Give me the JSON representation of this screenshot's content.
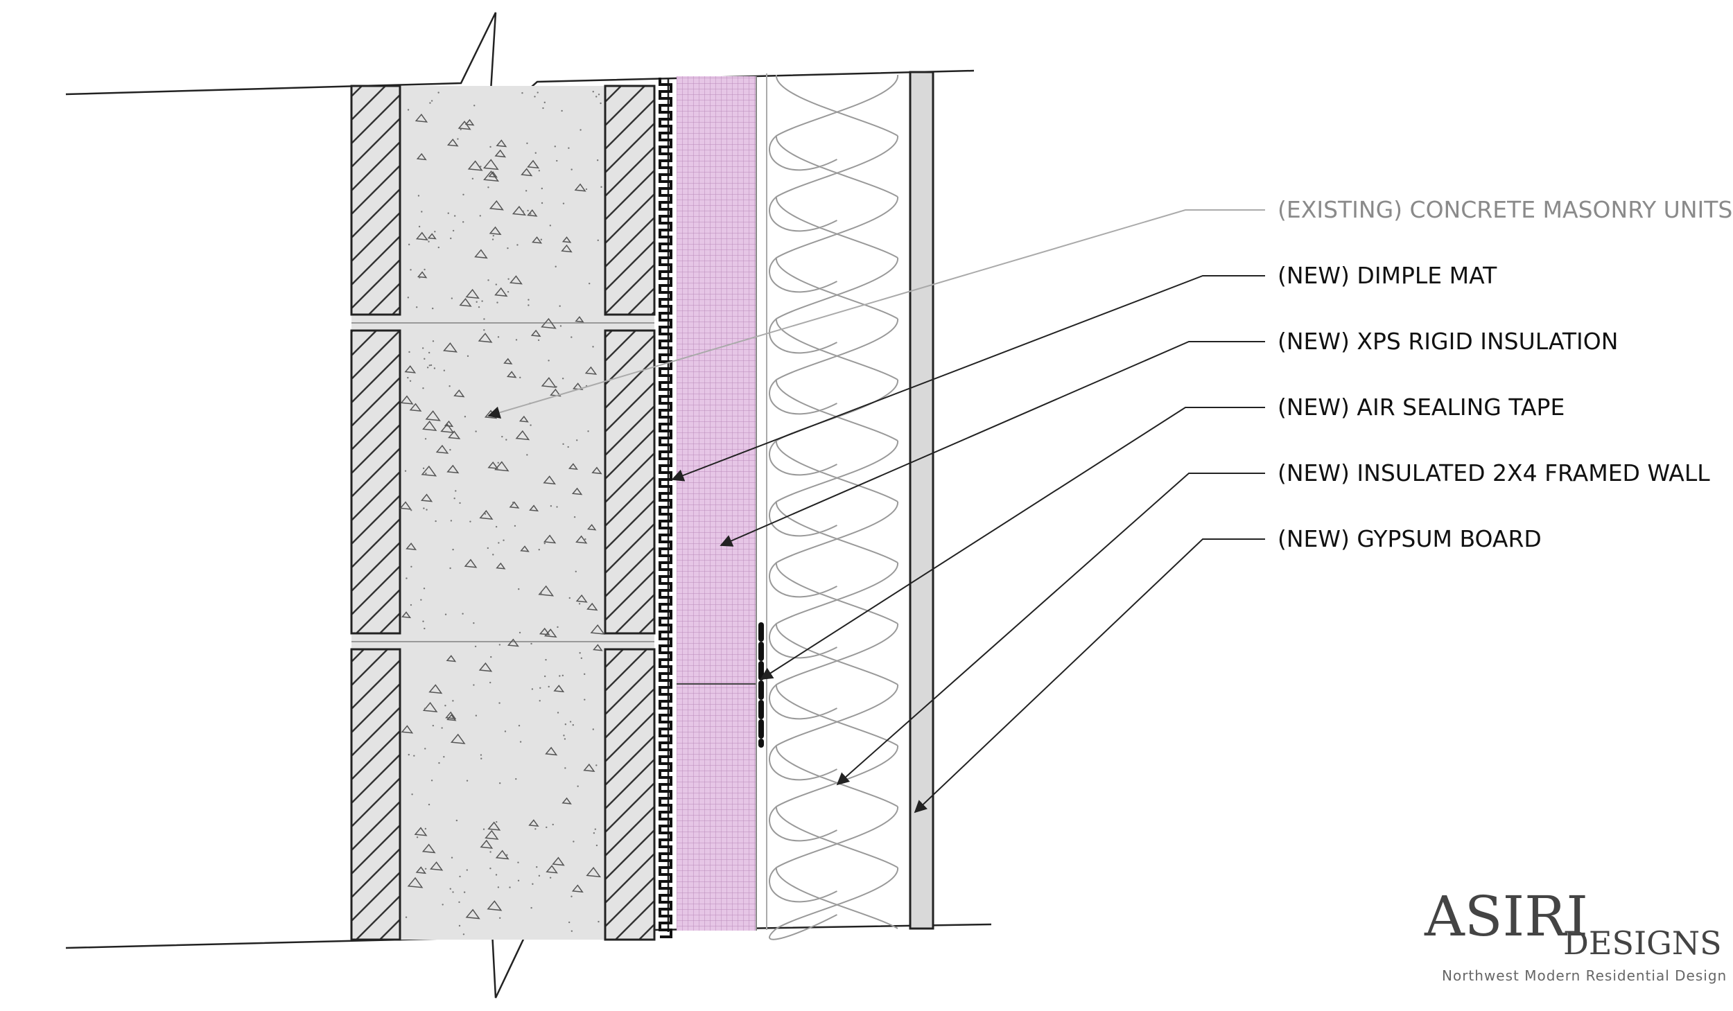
{
  "diagram": {
    "callouts": [
      {
        "id": "cmu",
        "text": "(EXISTING) CONCRETE MASONRY UNITS",
        "style": "existing",
        "color": "#8a8a8a"
      },
      {
        "id": "dimple-mat",
        "text": "(NEW) DIMPLE MAT",
        "style": "new",
        "color": "#111111"
      },
      {
        "id": "xps",
        "text": "(NEW) XPS RIGID INSULATION",
        "style": "new",
        "color": "#111111"
      },
      {
        "id": "air-tape",
        "text": "(NEW) AIR SEALING TAPE",
        "style": "new",
        "color": "#111111"
      },
      {
        "id": "framed-wall",
        "text": "(NEW) INSULATED 2X4 FRAMED WALL",
        "style": "new",
        "color": "#111111"
      },
      {
        "id": "gypsum",
        "text": "(NEW) GYPSUM BOARD",
        "style": "new",
        "color": "#111111"
      }
    ],
    "colors": {
      "cmu_fill": "#e3e3e3",
      "xps_fill": "#e6c6e6",
      "xps_grid": "#b98bb9",
      "gypsum_fill": "#d9d9d9",
      "line": "#222222"
    }
  },
  "logo": {
    "main": "ASIRI",
    "sub": "DESIGNS",
    "tagline": "Northwest Modern Residential Design"
  }
}
